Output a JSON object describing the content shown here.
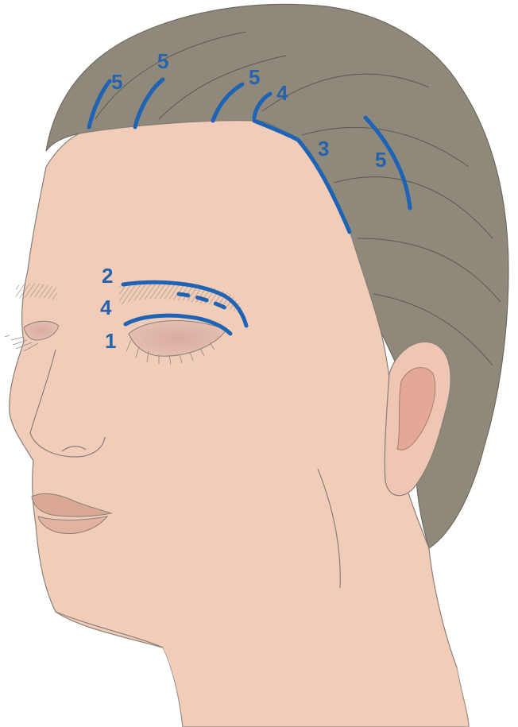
{
  "colors": {
    "skin": "#f1cdb9",
    "hair": "#8e897b",
    "incision": "#1f63b4",
    "label": "#2563ad"
  },
  "labels": {
    "lower_lid": "1",
    "upper_lid": "2",
    "brow_dashed": "4",
    "temporal": "3",
    "hairline_1": "5",
    "hairline_2": "5",
    "hairline_3": "5",
    "hairline_4": "4",
    "hairline_5": "5"
  }
}
